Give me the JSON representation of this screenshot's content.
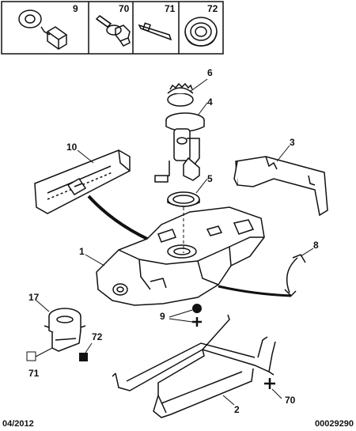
{
  "legend_parts": [
    {
      "number": "9",
      "icon": "washer-and-bolt-icon"
    },
    {
      "number": "70",
      "icon": "flanged-bolt-icon"
    },
    {
      "number": "71",
      "icon": "cable-tie-icon"
    },
    {
      "number": "72",
      "icon": "grommet-icon"
    }
  ],
  "callouts": {
    "fuel_gauge_ring": "6",
    "fuel_pump_sender": "4",
    "heat_shield": "3",
    "pump_seal": "5",
    "filler_guide": "10",
    "fuel_tank": "1",
    "bracket": "8",
    "fasteners_tank": "9",
    "canister_valve": "17",
    "grommet": "72",
    "cable_tie": "71",
    "tank_straps": "2",
    "strap_bolt": "70"
  },
  "footer": {
    "date": "04/2012",
    "reference": "00029290"
  }
}
